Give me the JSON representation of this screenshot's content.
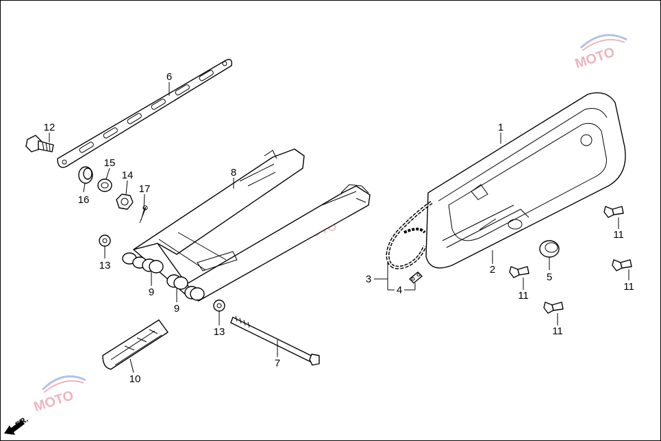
{
  "diagram": {
    "front_label": "FR.",
    "callouts": [
      {
        "id": "c1",
        "label": "1"
      },
      {
        "id": "c2",
        "label": "2"
      },
      {
        "id": "c3",
        "label": "3"
      },
      {
        "id": "c4",
        "label": "4"
      },
      {
        "id": "c5",
        "label": "5"
      },
      {
        "id": "c6",
        "label": "6"
      },
      {
        "id": "c7",
        "label": "7"
      },
      {
        "id": "c8",
        "label": "8"
      },
      {
        "id": "c9a",
        "label": "9"
      },
      {
        "id": "c9b",
        "label": "9"
      },
      {
        "id": "c10",
        "label": "10"
      },
      {
        "id": "c11a",
        "label": "11"
      },
      {
        "id": "c11b",
        "label": "11"
      },
      {
        "id": "c11c",
        "label": "11"
      },
      {
        "id": "c11d",
        "label": "11"
      },
      {
        "id": "c12",
        "label": "12"
      },
      {
        "id": "c13a",
        "label": "13"
      },
      {
        "id": "c13b",
        "label": "13"
      },
      {
        "id": "c14",
        "label": "14"
      },
      {
        "id": "c15",
        "label": "15"
      },
      {
        "id": "c16",
        "label": "16"
      },
      {
        "id": "c17",
        "label": "17"
      }
    ]
  },
  "watermark": {
    "text": "MOTO",
    "colors": {
      "primary": "#e07a8a",
      "secondary": "#7a8fd0"
    }
  }
}
